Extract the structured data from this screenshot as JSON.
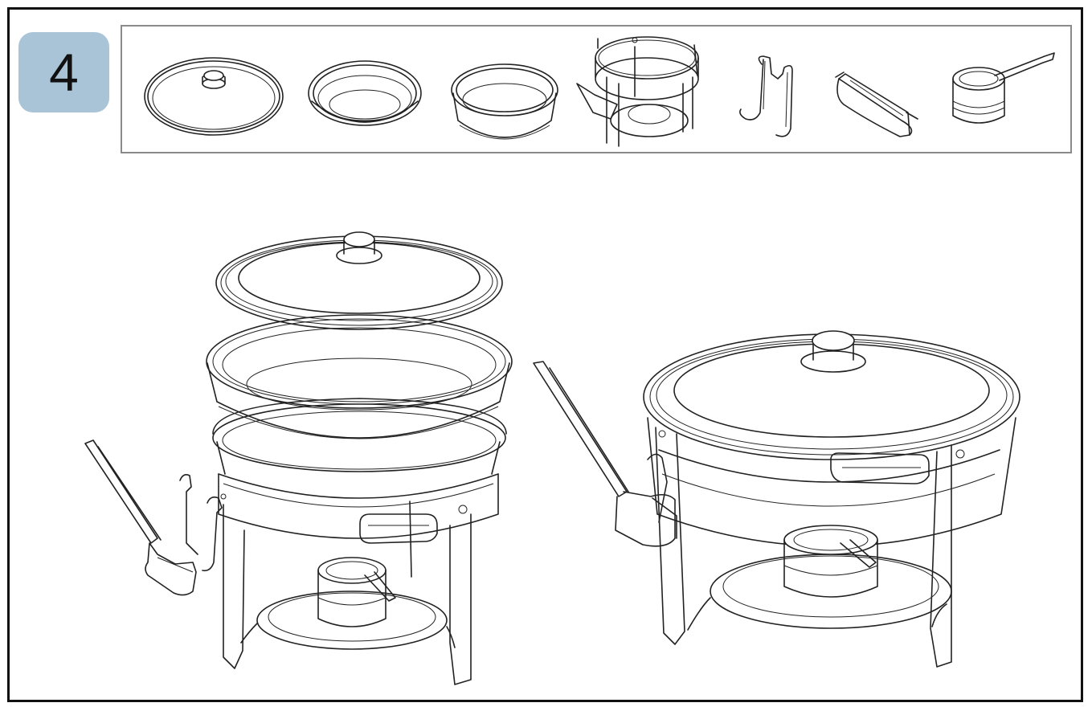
{
  "step": {
    "number": "4",
    "badge_color": "#a9c4d6"
  },
  "parts_strip": {
    "border_color": "#8a8a8a",
    "parts": [
      {
        "name": "lid-icon"
      },
      {
        "name": "food-pan-icon"
      },
      {
        "name": "water-pan-icon"
      },
      {
        "name": "stand-frame-icon"
      },
      {
        "name": "wire-holder-icon"
      },
      {
        "name": "fuel-holder-icon"
      },
      {
        "name": "fuel-canister-icon"
      }
    ]
  },
  "illustrations": [
    {
      "name": "exploded-assembly-view"
    },
    {
      "name": "assembled-chafer-view"
    }
  ]
}
